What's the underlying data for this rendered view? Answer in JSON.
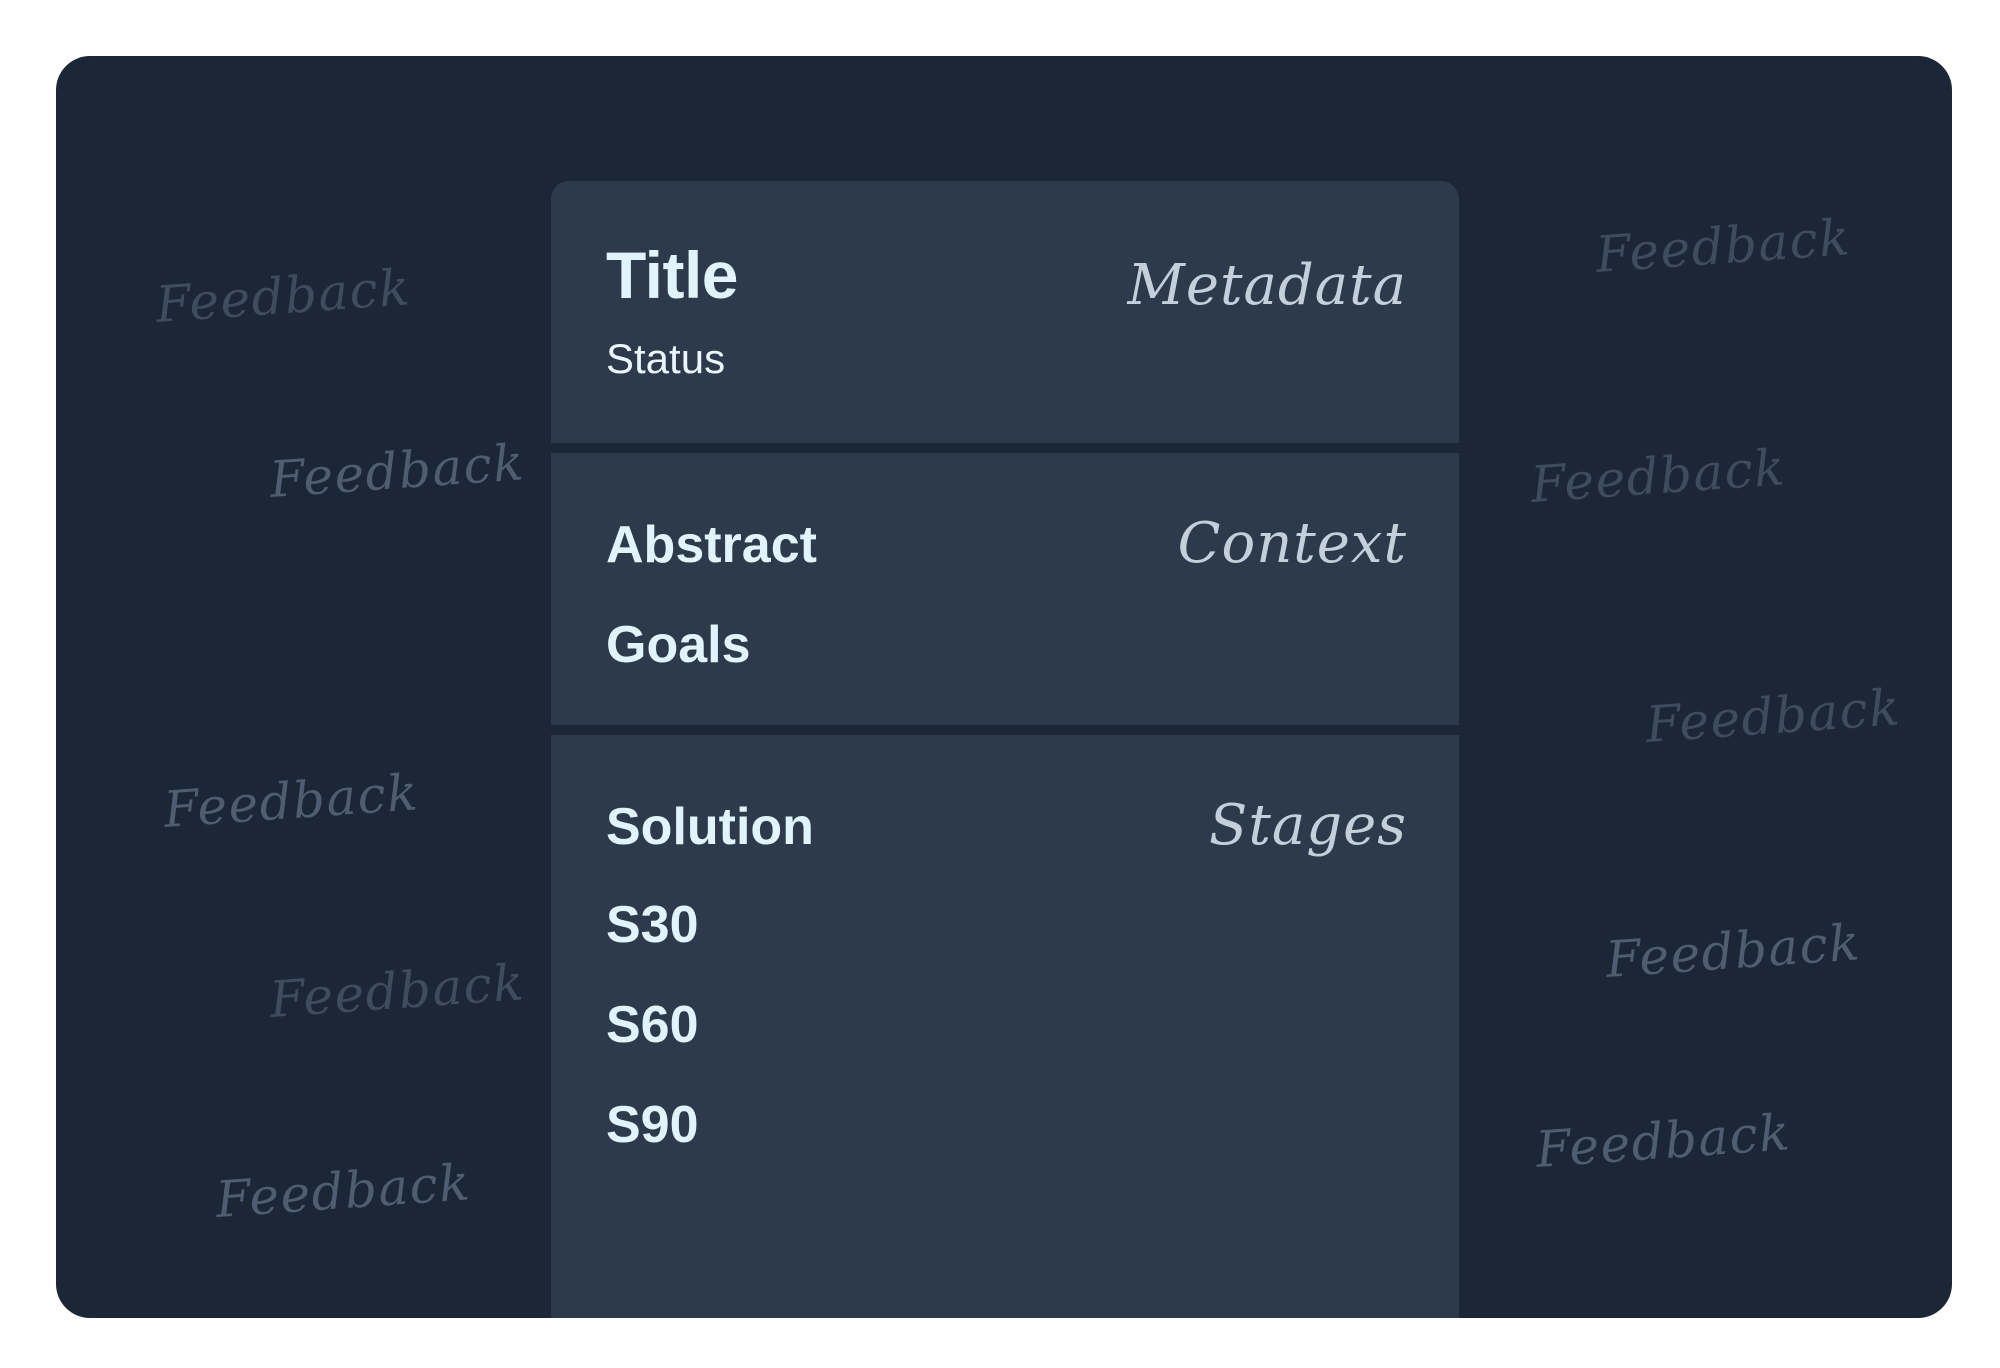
{
  "document": {
    "header": {
      "title": "Title",
      "status": "Status",
      "note": "Metadata"
    },
    "context_section": {
      "items": [
        "Abstract",
        "Goals"
      ],
      "note": "Context"
    },
    "solution_section": {
      "items": [
        "Solution",
        "S30",
        "S60",
        "S90"
      ],
      "note": "Stages"
    }
  },
  "feedback_label": "Feedback",
  "colors": {
    "background": "#1b2636",
    "card": "#2d3a4b",
    "text": "#e2f4fb",
    "note_text": "#c3cfda",
    "feedback_text": "#3f4c5e"
  }
}
